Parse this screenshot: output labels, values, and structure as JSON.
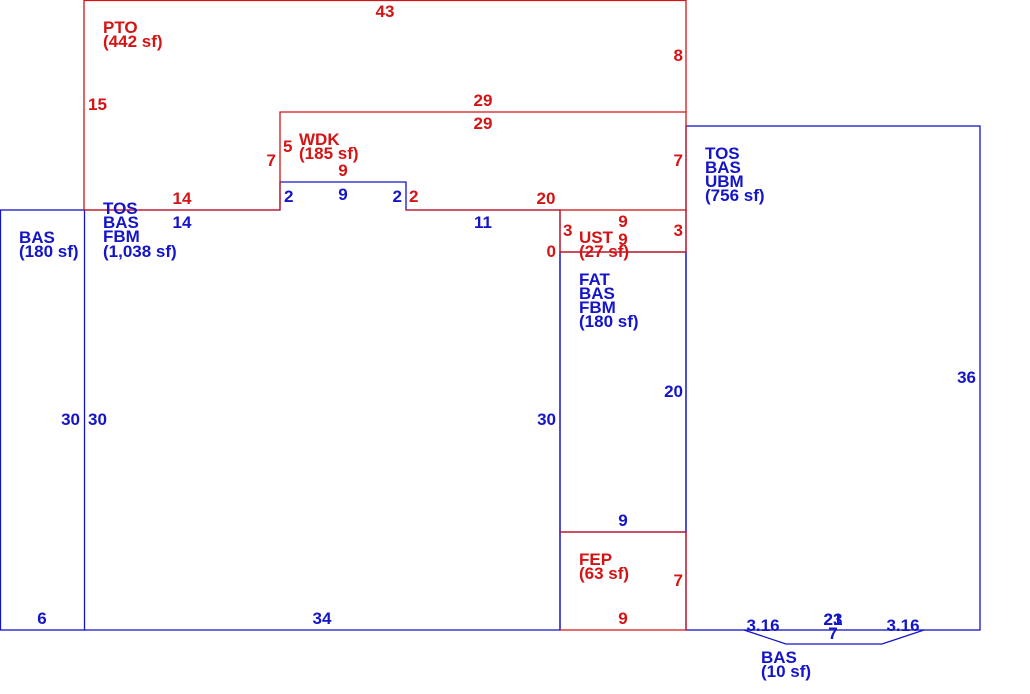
{
  "colors": {
    "living": "#1414c8",
    "exterior": "#d41414"
  },
  "areas": {
    "bas_left": {
      "code": "BAS",
      "area": "(180 sf)"
    },
    "main": {
      "codes": [
        "TOS",
        "BAS",
        "FBM"
      ],
      "area": "(1,038 sf)"
    },
    "pto": {
      "code": "PTO",
      "area": "(442 sf)"
    },
    "wdk": {
      "code": "WDK",
      "area": "(185 sf)"
    },
    "ust": {
      "code": "UST",
      "area": "(27 sf)"
    },
    "fat": {
      "codes": [
        "FAT",
        "BAS",
        "FBM"
      ],
      "area": "(180 sf)"
    },
    "fep": {
      "code": "FEP",
      "area": "(63 sf)"
    },
    "right": {
      "codes": [
        "TOS",
        "BAS",
        "UBM"
      ],
      "area": "(756 sf)"
    },
    "bay": {
      "code": "BAS",
      "area": "(10 sf)"
    }
  },
  "dims": {
    "pto_top": "43",
    "pto_right": "8",
    "pto_left": "15",
    "wdk_top_outer": "29",
    "wdk_top_inner": "29",
    "wdk_left": "7",
    "wdk_right": "7",
    "wdk_notch_left": "5",
    "wdk_notch_top": "9",
    "red_bottom_left": "14",
    "red_bottom_right": "20",
    "notch_left_blue": "2",
    "notch_top_blue": "9",
    "notch_right_blue": "2",
    "notch_right_red": "2",
    "main_top_left": "14",
    "main_top_right": "11",
    "ust_top": "9",
    "ust_left": "3",
    "ust_right": "3",
    "ust_inner": "9",
    "ust_zero": "0",
    "bas_left_left": "30",
    "bas_left_right": "30",
    "main_right": "30",
    "bas_left_bottom": "6",
    "main_bottom": "34",
    "fat_right": "20",
    "fat_bottom": "9",
    "fep_right": "7",
    "fep_bottom": "9",
    "right_right": "36",
    "bay_left": "3.16",
    "bay_mid_a": "23",
    "bay_mid_b": "21",
    "bay_mid_c": "7",
    "bay_right": "3.16"
  }
}
